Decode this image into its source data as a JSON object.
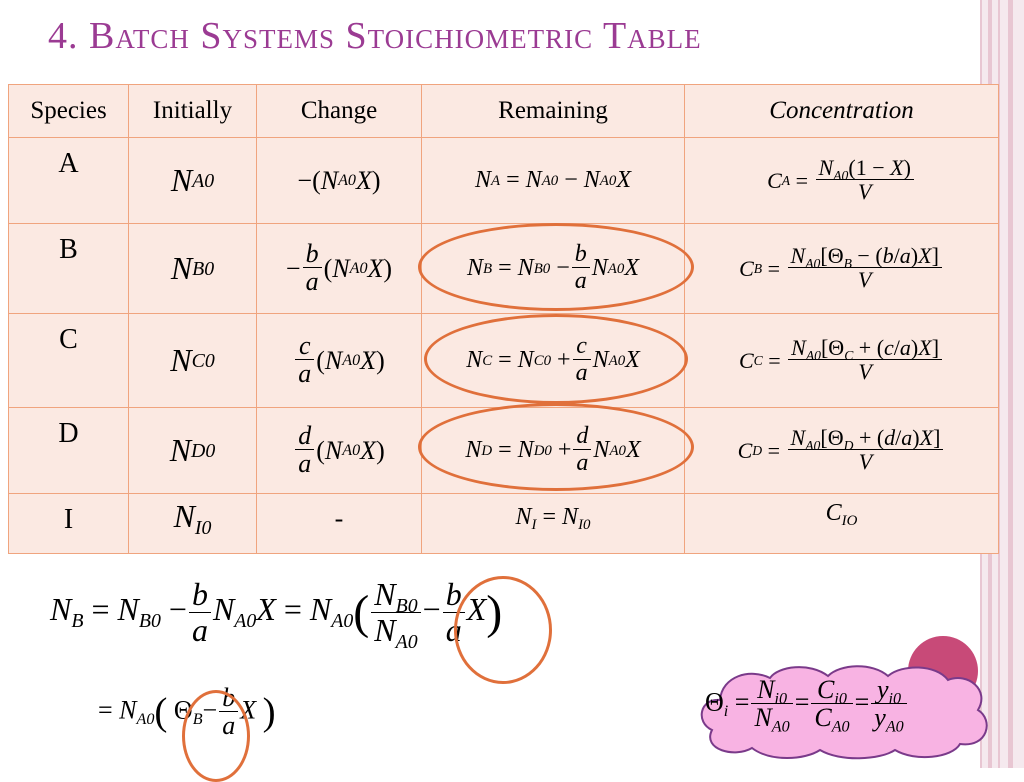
{
  "title": "4. Batch Systems Stoichiometric Table",
  "table": {
    "headers": [
      "Species",
      "Initially",
      "Change",
      "Remaining",
      "Concentration"
    ],
    "species": [
      "A",
      "B",
      "C",
      "D",
      "I"
    ],
    "dash": "-"
  },
  "colors": {
    "title": "#9b3b93",
    "table_bg": "#fbe9e2",
    "table_border": "#f0a47e",
    "highlight_oval": "#e0703b",
    "cloud_fill": "#f8b3e3",
    "accent_circle": "#c84a78"
  }
}
